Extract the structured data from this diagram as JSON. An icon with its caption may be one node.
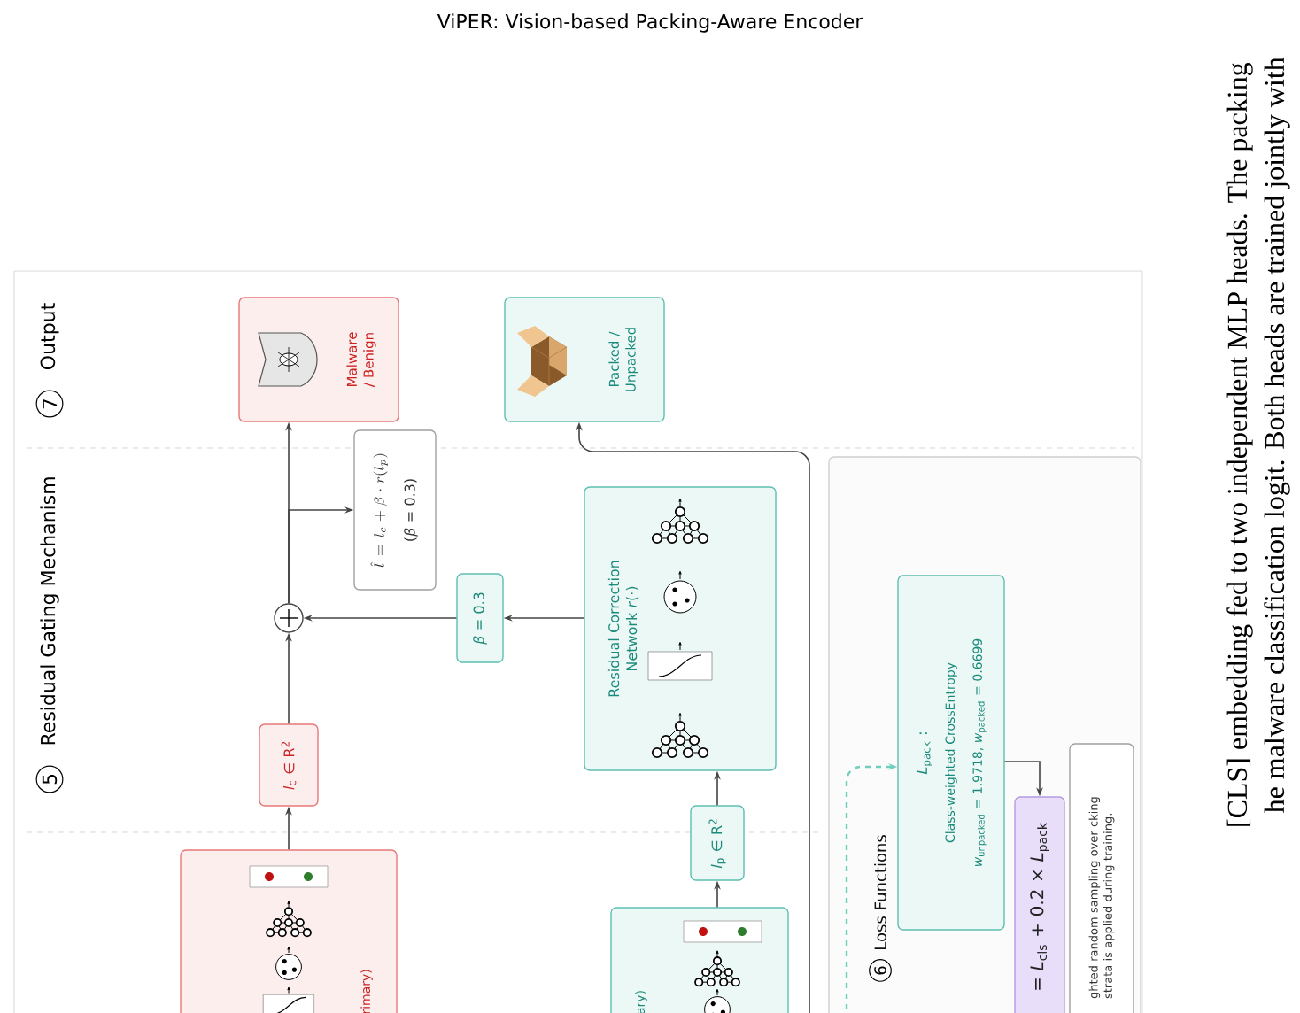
{
  "diagram": {
    "title": "ViPER: Vision-based Packing-Aware Encoder",
    "nodes": [
      {
        "text": [
          "Malware / Benign"
        ]
      },
      {
        "text": [
          "Packed / Unpacked"
        ]
      },
      {
        "text": [
          "\\hat{l} = l_c + \\beta \\cdot r(l_p)",
          "(*β* = 0.3)"
        ]
      },
      {
        "text": [
          "*l*$_{c}$ ∈ R$^{2}$"
        ]
      },
      {
        "text": [],
        "shape": "circle"
      },
      {
        "text": [
          "*β* = 0.3"
        ]
      },
      {
        "text": [
          "Residual Correction Network *r*(·)"
        ]
      },
      {
        "text": [
          "*l*$_{p}$ ∈ R$^{2}$"
        ]
      },
      {
        "text": [
          "rimary)"
        ]
      },
      {
        "text": [
          "ary)"
        ]
      },
      {
        "text": [
          "Loss Functions"
        ]
      },
      {
        "text": [
          "*L*$_{pack}$ :",
          "Class-weighted CrossEntropy",
          "*w*$_{unpacked}$ = 1.9718, *w*$_{packed}$ = 0.6699"
        ],
        "in": 10
      },
      {
        "text": [
          "= *L*$_{cls}$ + 0.2 × *L*$_{pack}$"
        ],
        "in": 10
      },
      {
        "text": [
          "ghted random sampling over cking strata is applied during training."
        ],
        "in": 10
      }
    ],
    "edges": [
      {
        "from": 8,
        "to": 3,
        "arrow": "to"
      },
      {
        "from": 3,
        "to": 4,
        "arrow": "to"
      },
      {
        "from": 4,
        "to": 0,
        "arrow": "to"
      },
      {
        "from": 4,
        "to": 2,
        "arrow": "to"
      },
      {
        "from": 5,
        "to": 4,
        "arrow": "to"
      },
      {
        "from": 6,
        "to": 5,
        "arrow": "to"
      },
      {
        "from": 7,
        "to": 6,
        "arrow": "to"
      },
      {
        "from": 9,
        "to": 7,
        "arrow": "to"
      },
      {
        "from": 9,
        "to": 1,
        "arrow": "to"
      },
      {
        "from": 11,
        "to": 12,
        "arrow": "to"
      },
      {
        "from": null,
        "to": 11,
        "arrow": "to",
        "style": "dashed",
        "color": "#6fcfbf"
      }
    ],
    "labels": [
      "5",
      "Residual Gating Mechanism",
      "7",
      "Output",
      "6",
      "[CLS] embedding fed to two independent MLP heads. The packing",
      "he malware classification logit. Both heads are trained jointly with"
    ]
  }
}
